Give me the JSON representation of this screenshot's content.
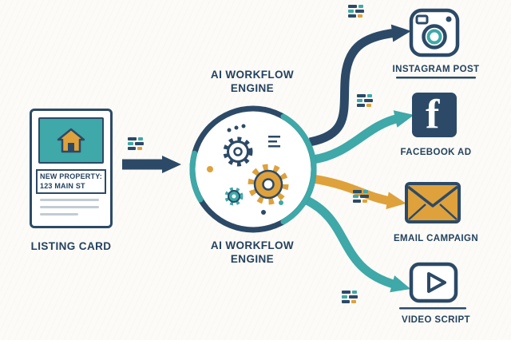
{
  "listing": {
    "label": "LISTING CARD",
    "card_title_line1": "NEW PROPERTY:",
    "card_title_line2": "123 MAIN ST"
  },
  "engine": {
    "label_line1": "AI WORKFLOW",
    "label_line2": "ENGINE"
  },
  "outputs": [
    {
      "label": "INSTAGRAM POST",
      "icon": "instagram-icon"
    },
    {
      "label": "FACEBOOK AD",
      "icon": "facebook-icon"
    },
    {
      "label": "EMAIL CAMPAIGN",
      "icon": "email-envelope-icon"
    },
    {
      "label": "VIDEO SCRIPT",
      "icon": "video-play-icon"
    }
  ],
  "facebook_icon_letter": "f",
  "icons": [
    "house-icon",
    "gear-icon-large",
    "gear-icon-medium",
    "gear-icon-small",
    "instagram-icon",
    "facebook-icon",
    "email-envelope-icon",
    "video-play-icon",
    "arrow-icons",
    "data-chips"
  ],
  "colors": {
    "navy": "#2c4a67",
    "teal": "#3fa8a8",
    "gold": "#dfa13b",
    "line_gray": "#c3cbd4",
    "background": "#fcfbf7"
  }
}
